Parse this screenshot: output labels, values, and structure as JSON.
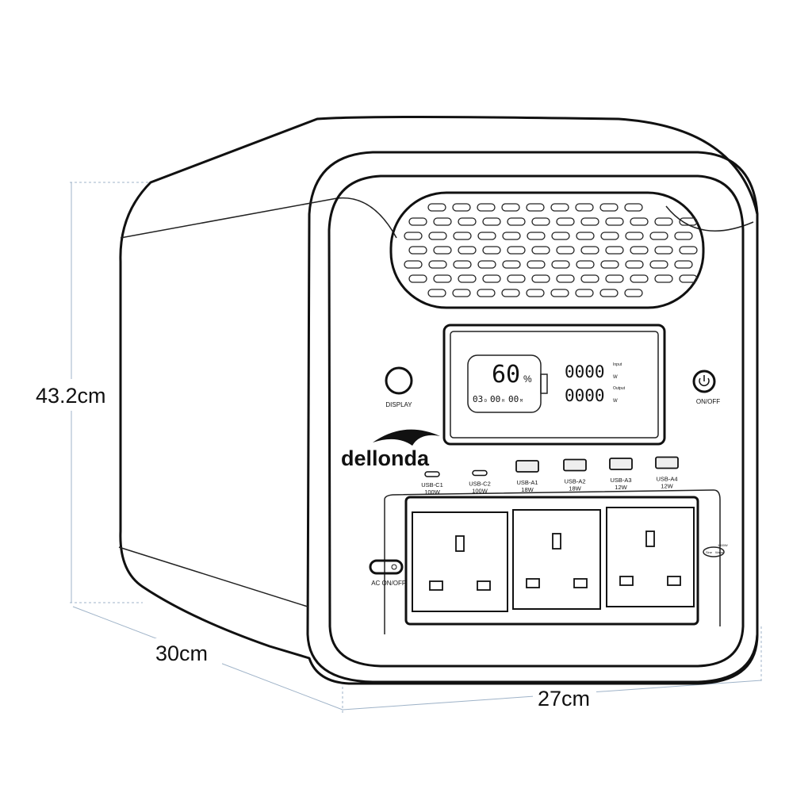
{
  "dimensions": {
    "height": "43.2cm",
    "depth": "30cm",
    "width": "27cm"
  },
  "brand": "dellonda",
  "display": {
    "battery_percent": "60",
    "percent_sign": "%",
    "time_remaining": {
      "days": "03",
      "d": "D",
      "hours": "00",
      "h": "H",
      "minutes": "00",
      "m": "M"
    },
    "input_value": "0000",
    "input_label": "Input",
    "input_unit": "W",
    "output_value": "0000",
    "output_label": "Output",
    "output_unit": "W"
  },
  "buttons": {
    "display": "DISPLAY",
    "power": "ON/OFF",
    "ac": "AC ON/OFF"
  },
  "ports": [
    {
      "name": "USB-C1",
      "power": "100W",
      "type": "c"
    },
    {
      "name": "USB-C2",
      "power": "100W",
      "type": "c"
    },
    {
      "name": "USB-A1",
      "power": "18W",
      "type": "a"
    },
    {
      "name": "USB-A2",
      "power": "18W",
      "type": "a"
    },
    {
      "name": "USB-A3",
      "power": "12W",
      "type": "a"
    },
    {
      "name": "USB-A4",
      "power": "12W",
      "type": "a"
    }
  ],
  "inverter": {
    "rating": "1800W",
    "wave1": "Sine",
    "wave2": "Wave"
  }
}
